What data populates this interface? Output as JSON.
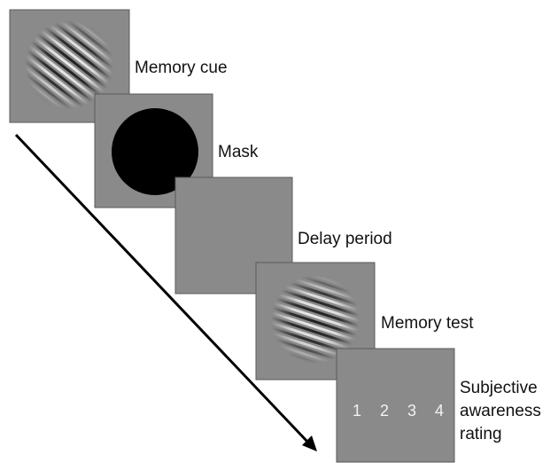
{
  "panels": [
    {
      "label": "Memory cue"
    },
    {
      "label": "Mask"
    },
    {
      "label": "Delay period"
    },
    {
      "label": "Memory test"
    },
    {
      "label_lines": [
        "Subjective",
        "awareness",
        "rating"
      ],
      "ratings": [
        "1",
        "2",
        "3",
        "4"
      ]
    }
  ],
  "colors": {
    "panel_gray": "#8a8a8a",
    "panel_border": "#5a5a5a",
    "mask": "#000000",
    "arrow": "#000000",
    "label_text": "#111111",
    "rating_text": "#f2f2f2"
  }
}
